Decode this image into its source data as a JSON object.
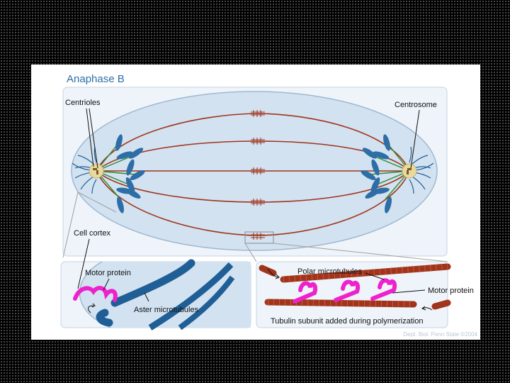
{
  "title": "Anaphase B",
  "labels": {
    "centrioles": "Centrioles",
    "centrosome": "Centrosome",
    "cell_cortex": "Cell cortex",
    "motor_protein_left": "Motor protein",
    "aster_microtubules": "Aster microtubules",
    "polar_microtubules": "Polar microtubules",
    "motor_protein_right": "Motor protein",
    "tubulin_subunit": "Tubulin subunit added during polymerization"
  },
  "credit": "Dept. Biol. Penn State ©2004",
  "colors": {
    "title": "#2f6fa8",
    "cell_fill": "#d2e2f1",
    "cell_border": "#9fb8d0",
    "polar_microtubule": "#a0341c",
    "kinetochore_microtubule": "#2e8b2e",
    "aster_microtubule": "#1f5f96",
    "chromosome": "#2e6ea6",
    "motor_protein": "#ee22cc",
    "centrosome": "#e8d9a0"
  }
}
